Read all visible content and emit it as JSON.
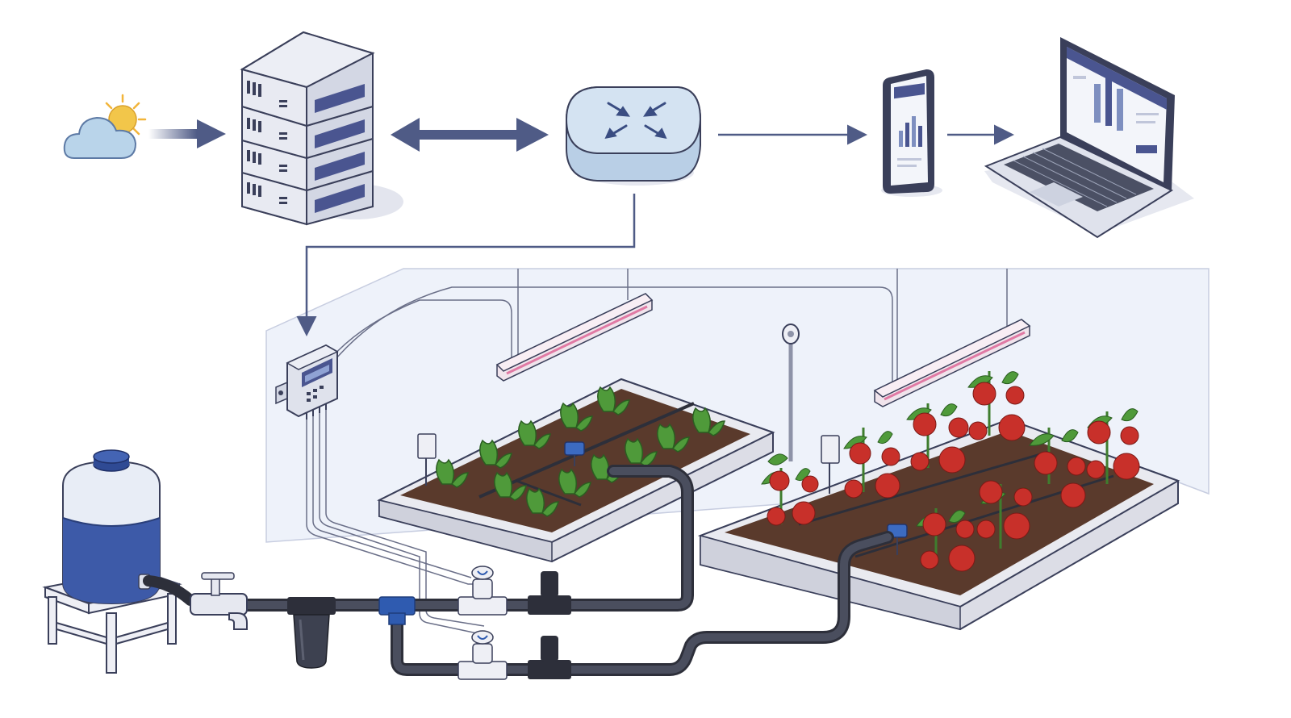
{
  "diagram": {
    "kind": "smart-irrigation-system-illustration",
    "palette": {
      "outline": "#3a3f5a",
      "arrow": "#4f5b86",
      "server_face": "#e8eaf2",
      "server_panel": "#4a5590",
      "hub_fill": "#cfe0ef",
      "cloud_fill": "#b9d4ea",
      "sun_fill": "#f2c64a",
      "wall_fill": "#eef2fa",
      "soil": "#5a3a2c",
      "bed_frame": "#dcdde6",
      "pipe": "#3d4150",
      "leaf": "#4f9a3a",
      "tomato": "#c8302a",
      "grow_light": "#f4c6d6",
      "water_tank": "#3d5aa8",
      "tee_fitting": "#2f5bb0"
    },
    "components": {
      "weather": {
        "icon": "cloud-sun-icon"
      },
      "server": {
        "icon": "server-stack-icon",
        "units": 4
      },
      "hub": {
        "icon": "iot-hub-icon"
      },
      "phone": {
        "icon": "smartphone-dashboard-icon"
      },
      "laptop": {
        "icon": "laptop-dashboard-icon"
      },
      "controller": {
        "icon": "irrigation-controller-icon"
      },
      "tank": {
        "icon": "water-tank-icon"
      },
      "filter": {
        "icon": "water-filter-icon"
      },
      "grow_lights": {
        "count": 2
      },
      "solenoid_valves": {
        "count": 2
      },
      "beds": [
        {
          "crop": "lettuce",
          "plants": 12
        },
        {
          "crop": "tomato",
          "plants": 12
        }
      ]
    }
  }
}
